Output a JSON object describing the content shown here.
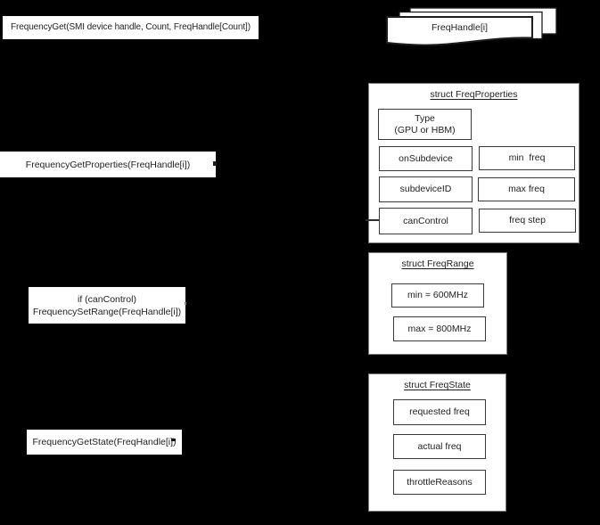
{
  "call_boxes": {
    "frequency_get": "FrequencyGet(SMI device handle, Count, FreqHandle[Count])",
    "frequency_get_properties": "FrequencyGetProperties(FreqHandle[i])",
    "if_can_control_line1": "if (canControl)",
    "if_can_control_line2": "FrequencySetRange(FreqHandle[i])",
    "frequency_get_state": "FrequencyGetState(FreqHandle[i])"
  },
  "handle_stack": {
    "label": "FreqHandle[i]"
  },
  "structs": {
    "freq_properties": {
      "title": "struct FreqProperties",
      "type_field_line1": "Type",
      "type_field_line2": "(GPU or HBM)",
      "left_fields": [
        "onSubdevice",
        "subdeviceID",
        "canControl"
      ],
      "right_fields": [
        "min  freq",
        "max freq",
        "freq step"
      ]
    },
    "freq_range": {
      "title": "struct FreqRange",
      "fields": [
        "min = 600MHz",
        "max = 800MHz"
      ]
    },
    "freq_state": {
      "title": "struct FreqState",
      "fields": [
        "requested freq",
        "actual freq",
        "throttleReasons"
      ]
    }
  },
  "colors": {
    "background": "#000000",
    "box_fill": "#ffffff",
    "text": "#1f1f1f",
    "struct_border": "#7a7a7a",
    "field_border": "#3a3a3a"
  }
}
